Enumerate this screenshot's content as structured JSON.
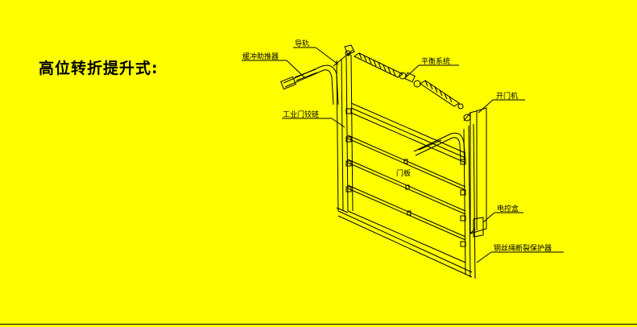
{
  "title": "高位转折提升式:",
  "labels": {
    "guide_rail": "导轨",
    "buffer": "缓冲助推器",
    "balance_system": "平衡系统",
    "opener": "开门机",
    "hinge": "工业门铰链",
    "door_panel": "门板",
    "control_box": "电控盒",
    "cable_break_protector": "钢丝绳断裂保护器"
  },
  "colors": {
    "background": "#FFFF00",
    "line": "#000000"
  }
}
